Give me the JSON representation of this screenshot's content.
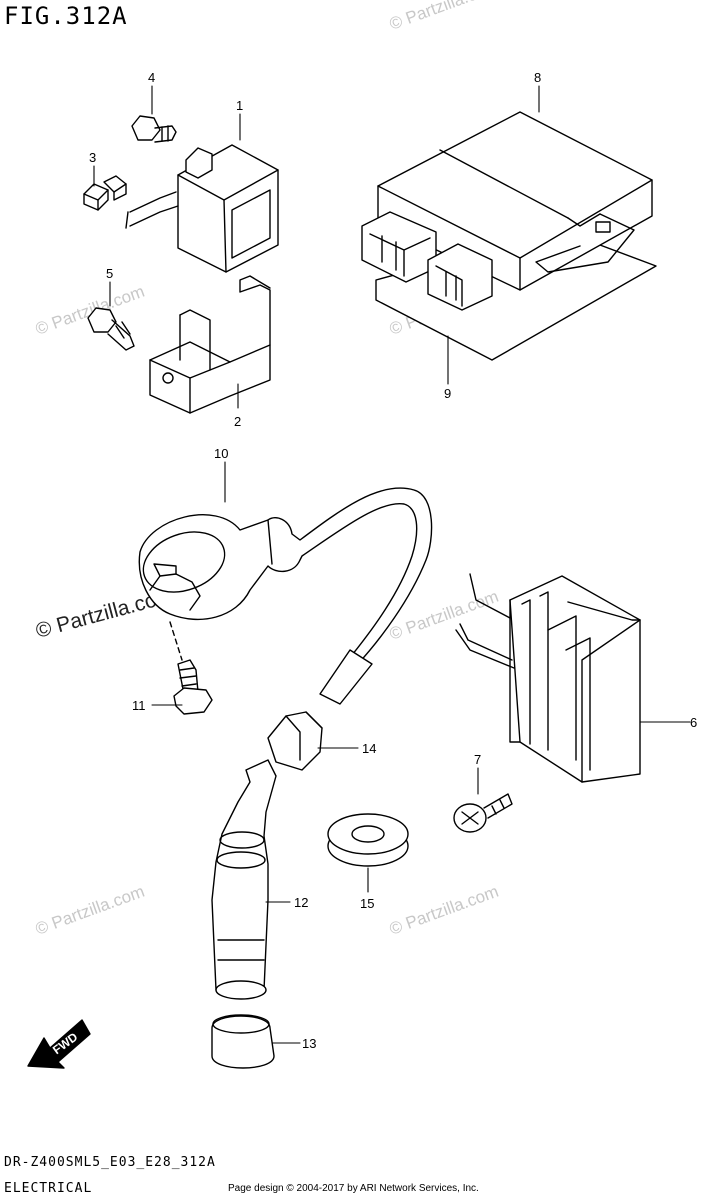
{
  "figure": {
    "title": "FIG.312A"
  },
  "callouts": [
    "1",
    "2",
    "3",
    "4",
    "5",
    "6",
    "7",
    "8",
    "9",
    "10",
    "11",
    "12",
    "13",
    "14",
    "15"
  ],
  "watermark": {
    "small": "© Partzilla.com",
    "large": "© Partzilla.com"
  },
  "direction_badge": "FWD",
  "footer": {
    "model": "DR-Z400SML5_E03_E28_312A",
    "category": "ELECTRICAL",
    "credit": "Page design © 2004-2017 by ARI Network Services, Inc."
  },
  "colors": {
    "line": "#000000",
    "watermark": "#c8c8c8",
    "background": "#ffffff"
  }
}
